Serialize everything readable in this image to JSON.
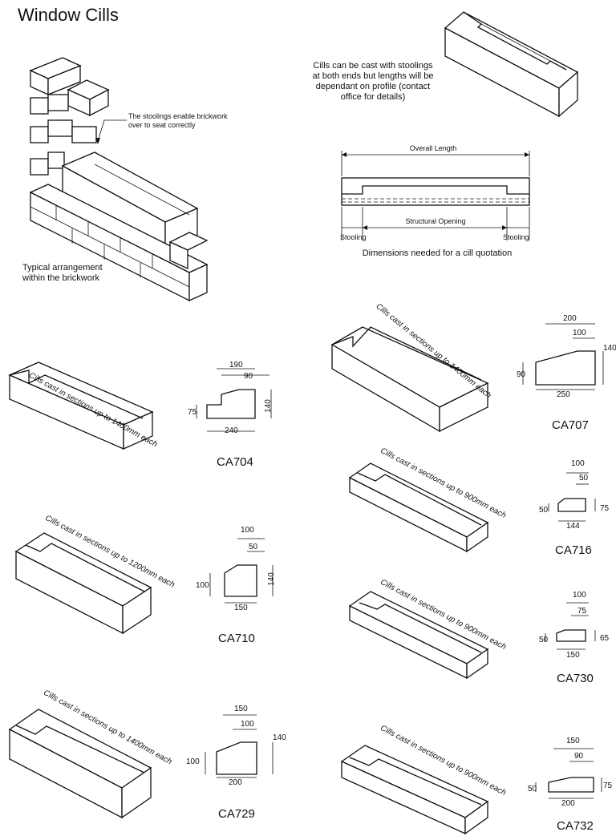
{
  "page_title": "Window Cills",
  "top_notes": {
    "cast_note": "Cills can be cast with stoolings at both ends but lengths will be dependant on profile (contact office for details)",
    "stooling_callout": "The stoolings enable brickwork over to seat correctly",
    "typical_arrangement": "Typical arrangement within the brickwork"
  },
  "quotation_diagram": {
    "overall_length": "Overall Length",
    "structural_opening": "Structural Opening",
    "stooling_left": "Stooling",
    "stooling_right": "Stooling",
    "caption": "Dimensions needed for a cill quotation"
  },
  "products": [
    {
      "code": "CA704",
      "note": "Cills cast in sections up to 1400mm each",
      "dims": {
        "top_overall": "190",
        "top_inner": "90",
        "left": "75",
        "right": "140",
        "bottom": "240"
      }
    },
    {
      "code": "CA707",
      "note": "Cills cast in sections up to 1400mm each",
      "dims": {
        "top_overall": "200",
        "top_inner": "100",
        "left": "90",
        "right": "140",
        "bottom": "250"
      }
    },
    {
      "code": "CA710",
      "note": "Cills cast in sections up to 1200mm each",
      "dims": {
        "top_overall": "100",
        "top_inner": "50",
        "left": "100",
        "right": "140",
        "bottom": "150"
      }
    },
    {
      "code": "CA716",
      "note": "Cills cast in sections up to 900mm each",
      "dims": {
        "top_overall": "100",
        "top_inner": "50",
        "left": "50",
        "right": "75",
        "bottom": "144"
      }
    },
    {
      "code": "CA729",
      "note": "Cills cast in sections up to 1400mm each",
      "dims": {
        "top_overall": "150",
        "top_inner": "100",
        "left": "100",
        "right": "140",
        "bottom": "200"
      }
    },
    {
      "code": "CA730",
      "note": "Cills cast in sections up to 900mm each",
      "dims": {
        "top_overall": "100",
        "top_inner": "75",
        "left": "50",
        "right": "65",
        "bottom": "150"
      }
    },
    {
      "code": "CA732",
      "note": "Cills cast in sections up to 900mm each",
      "dims": {
        "top_overall": "150",
        "top_inner": "90",
        "left": "50",
        "right": "75",
        "bottom": "200"
      }
    }
  ]
}
